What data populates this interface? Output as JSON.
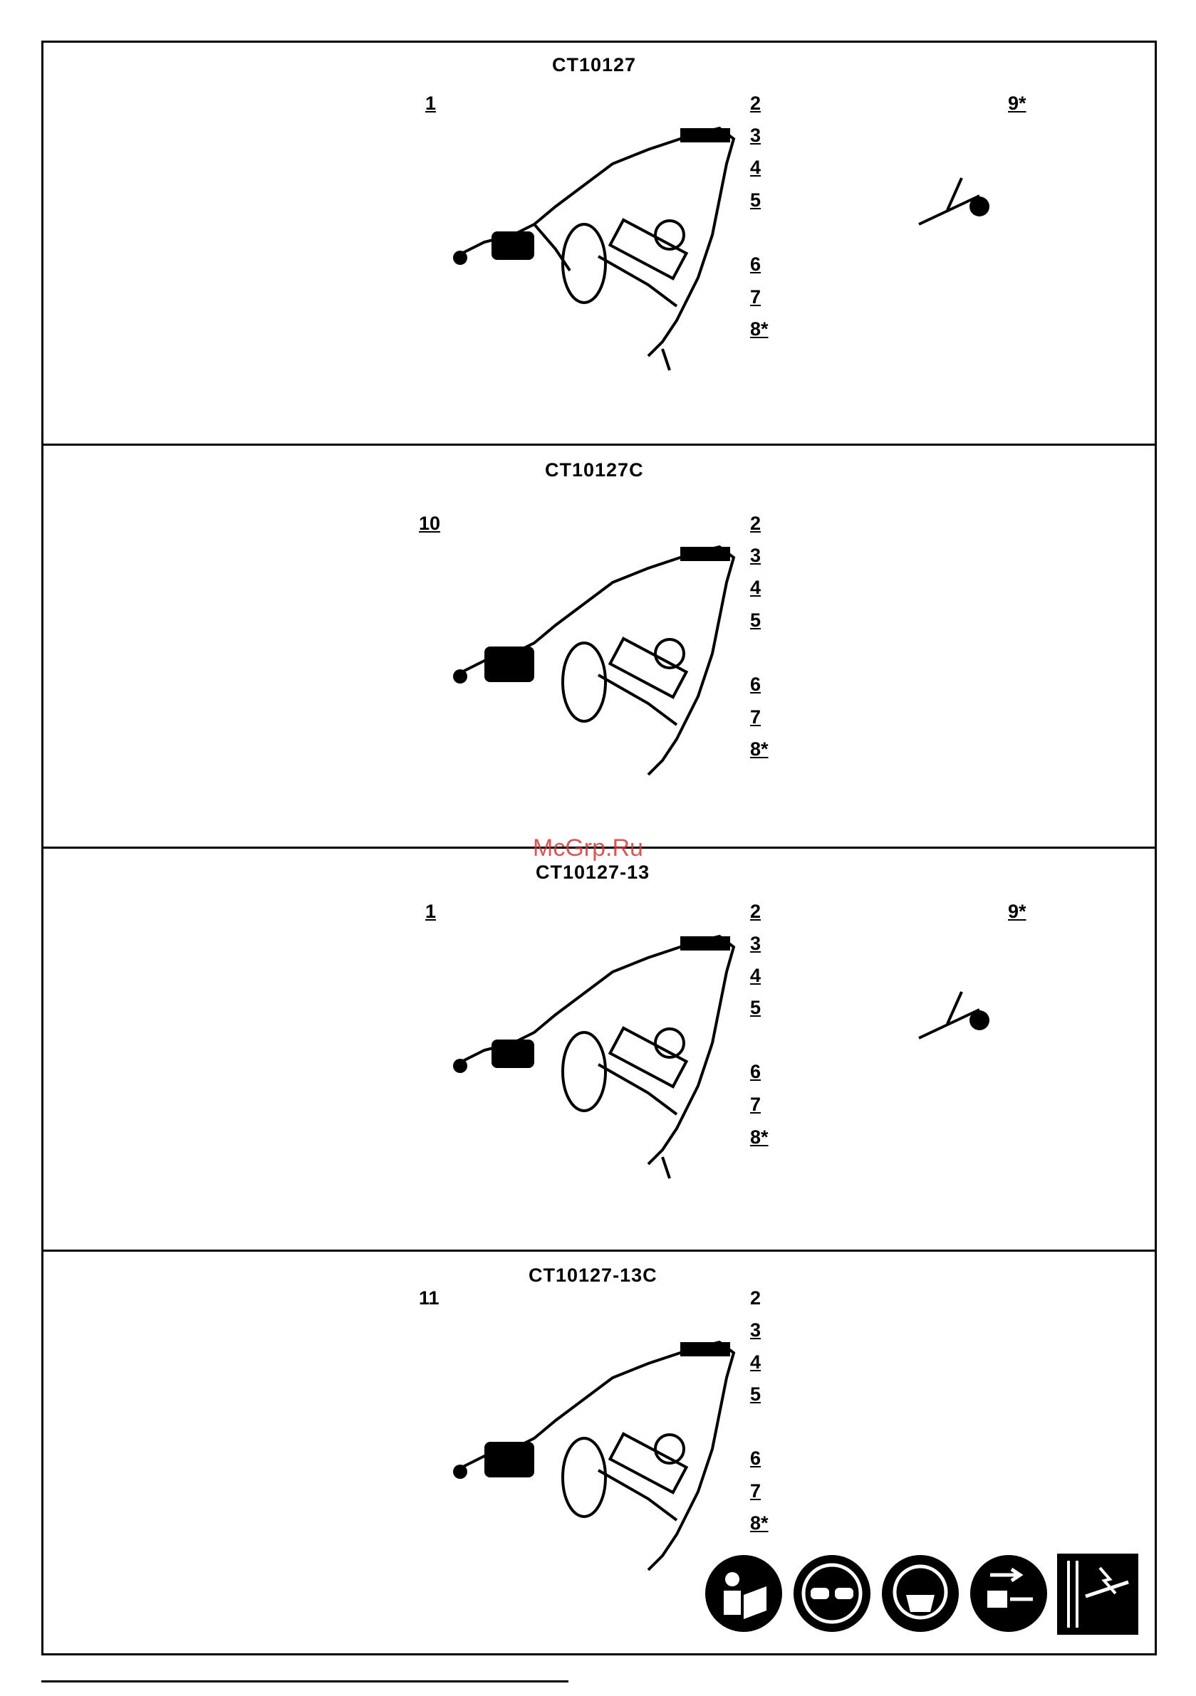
{
  "watermark": "McGrp.Ru",
  "panels": [
    {
      "model": "CT10127",
      "callouts": [
        "1",
        "2",
        "3",
        "4",
        "5",
        "6",
        "7",
        "8*",
        "9*"
      ]
    },
    {
      "model": "CT10127C",
      "callouts": [
        "10",
        "2",
        "3",
        "4",
        "5",
        "6",
        "7",
        "8*"
      ]
    },
    {
      "model": "CT10127-13",
      "callouts": [
        "1",
        "2",
        "3",
        "4",
        "5",
        "6",
        "7",
        "8*",
        "9*"
      ]
    },
    {
      "model": "CT10127-13C",
      "callouts": [
        "11",
        "2",
        "3",
        "4",
        "5",
        "6",
        "7",
        "8*"
      ]
    }
  ],
  "safety_icons": [
    "read-manual-icon",
    "safety-goggles-icon",
    "dust-mask-icon",
    "unplug-before-service-icon",
    "check-for-hidden-wires-icon"
  ]
}
